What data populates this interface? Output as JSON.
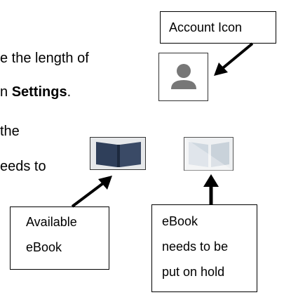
{
  "text_fragments": {
    "line1": "e the length of",
    "line2_prefix": "n ",
    "line2_bold": "Settings",
    "line2_suffix": ".",
    "line3": "the",
    "line4": "eeds to"
  },
  "callouts": {
    "account_icon": "Account Icon",
    "available_line1": "Available",
    "available_line2": "eBook",
    "hold_line1": "eBook",
    "hold_line2": "needs to be",
    "hold_line3": "put on hold"
  },
  "colors": {
    "icon_gray": "#777777",
    "book_dark": "#2f3f5a",
    "book_light": "#cfd8e0"
  }
}
